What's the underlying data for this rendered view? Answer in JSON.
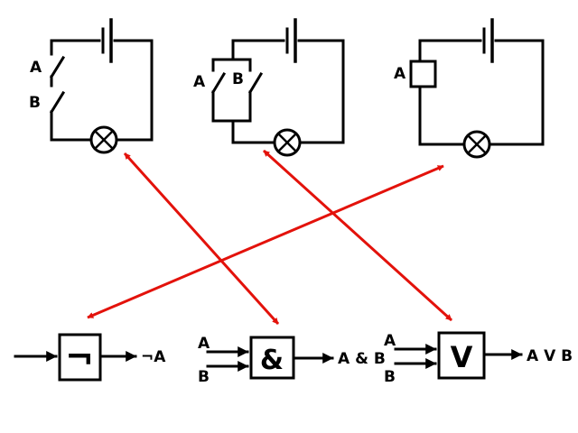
{
  "circuits": {
    "series": {
      "label_a": "A",
      "label_b": "B"
    },
    "parallel": {
      "label_a": "A",
      "label_b": "B"
    },
    "single": {
      "label_a": "A"
    }
  },
  "gates": {
    "not": {
      "symbol": "¬",
      "output": "¬A"
    },
    "and": {
      "symbol": "&",
      "input_a": "A",
      "input_b": "B",
      "output": "A & B"
    },
    "or": {
      "symbol": "V",
      "input_a": "A",
      "input_b": "B",
      "output": "A V B"
    }
  },
  "connections": [
    {
      "from": "series-circuit",
      "to": "and-gate"
    },
    {
      "from": "parallel-circuit",
      "to": "or-gate"
    },
    {
      "from": "single-switch-circuit",
      "to": "not-gate"
    }
  ],
  "colors": {
    "wire": "#000000",
    "connector": "#e3120b"
  }
}
